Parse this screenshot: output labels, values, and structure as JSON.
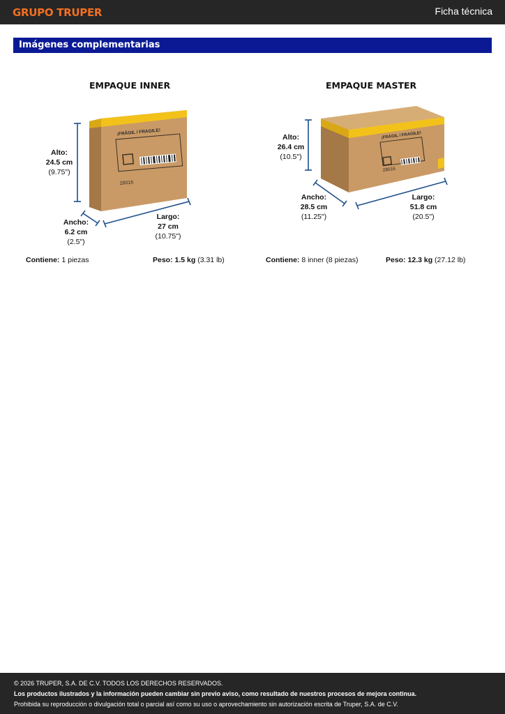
{
  "header": {
    "brand": "GRUPO TRUPER",
    "doc_type": "Ficha técnica"
  },
  "section": {
    "title": "Imágenes complementarias"
  },
  "inner": {
    "title": "EMPAQUE INNER",
    "box_label": "¡FRÁGIL / FRAGILE!",
    "box_code": "28016",
    "alto": {
      "label": "Alto:",
      "metric": "24.5 cm",
      "imperial": "(9.75\")"
    },
    "ancho": {
      "label": "Ancho:",
      "metric": "6.2 cm",
      "imperial": "(2.5\")"
    },
    "largo": {
      "label": "Largo:",
      "metric": "27 cm",
      "imperial": "(10.75\")"
    },
    "contiene_label": "Contiene:",
    "contiene_value": "1 piezas",
    "peso_label": "Peso:",
    "peso_metric": "1.5 kg",
    "peso_imperial": "(3.31 lb)"
  },
  "master": {
    "title": "EMPAQUE MASTER",
    "box_label": "¡FRÁGIL / FRAGILE!",
    "box_code": "28016",
    "alto": {
      "label": "Alto:",
      "metric": "26.4 cm",
      "imperial": "(10.5\")"
    },
    "ancho": {
      "label": "Ancho:",
      "metric": "28.5 cm",
      "imperial": "(11.25\")"
    },
    "largo": {
      "label": "Largo:",
      "metric": "51.8 cm",
      "imperial": "(20.5\")"
    },
    "contiene_label": "Contiene:",
    "contiene_value": "8 inner (8 piezas)",
    "peso_label": "Peso:",
    "peso_metric": "12.3 kg",
    "peso_imperial": "(27.12 lb)"
  },
  "footer": {
    "line1": "© 2026 TRUPER, S.A. DE C.V. TODOS LOS DERECHOS RESERVADOS.",
    "line2": "Los productos ilustrados y la información pueden cambiar sin previo aviso, como resultado de nuestros procesos de mejora continua.",
    "line3": "Prohibida su reproducción o divulgación total o parcial así como su uso o aprovechamiento sin autorización escrita de Truper, S.A. de C.V."
  },
  "colors": {
    "brand": "#f26f21",
    "section_bar": "#0b1a94",
    "dim_line": "#1c4f8a",
    "box_tape": "#f2c21b",
    "box_cardboard": "#c99a66"
  }
}
